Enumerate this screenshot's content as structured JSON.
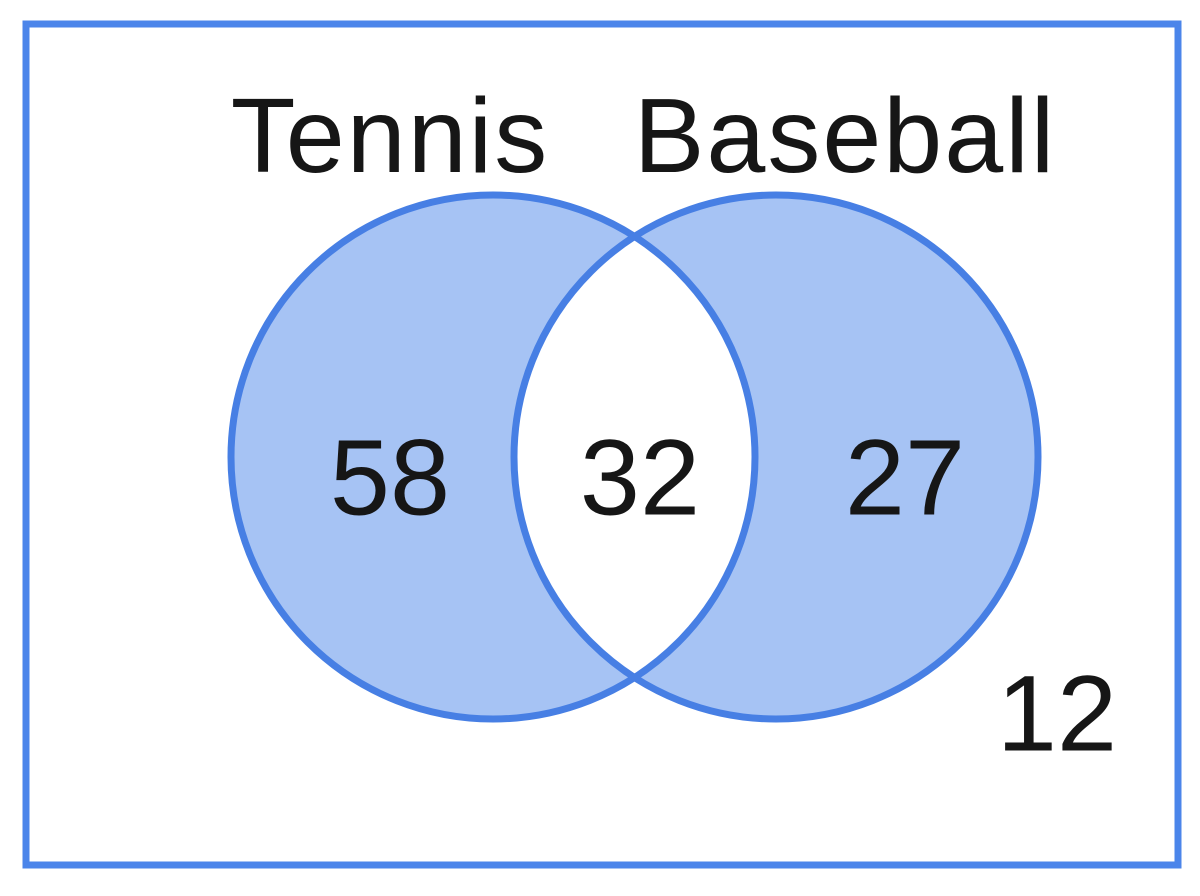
{
  "venn": {
    "set_a": {
      "label": "Tennis",
      "only_count": 58
    },
    "set_b": {
      "label": "Baseball",
      "only_count": 27
    },
    "intersection_count": 32,
    "outside_count": 12
  },
  "chart_data": {
    "type": "venn",
    "sets": [
      "Tennis",
      "Baseball"
    ],
    "values": {
      "tennis_only": 58,
      "both": 32,
      "baseball_only": 27,
      "neither": 12
    },
    "title": "",
    "legend_position": "none",
    "notes": "two overlapping circles, intersection region unfilled (white), counts placed in regions, neither-count at bottom right inside border"
  },
  "colors": {
    "circle_fill": "#a6c3f4",
    "circle_stroke": "#477fe4",
    "border": "#4b85ea",
    "text": "#161616",
    "background": "#ffffff"
  }
}
